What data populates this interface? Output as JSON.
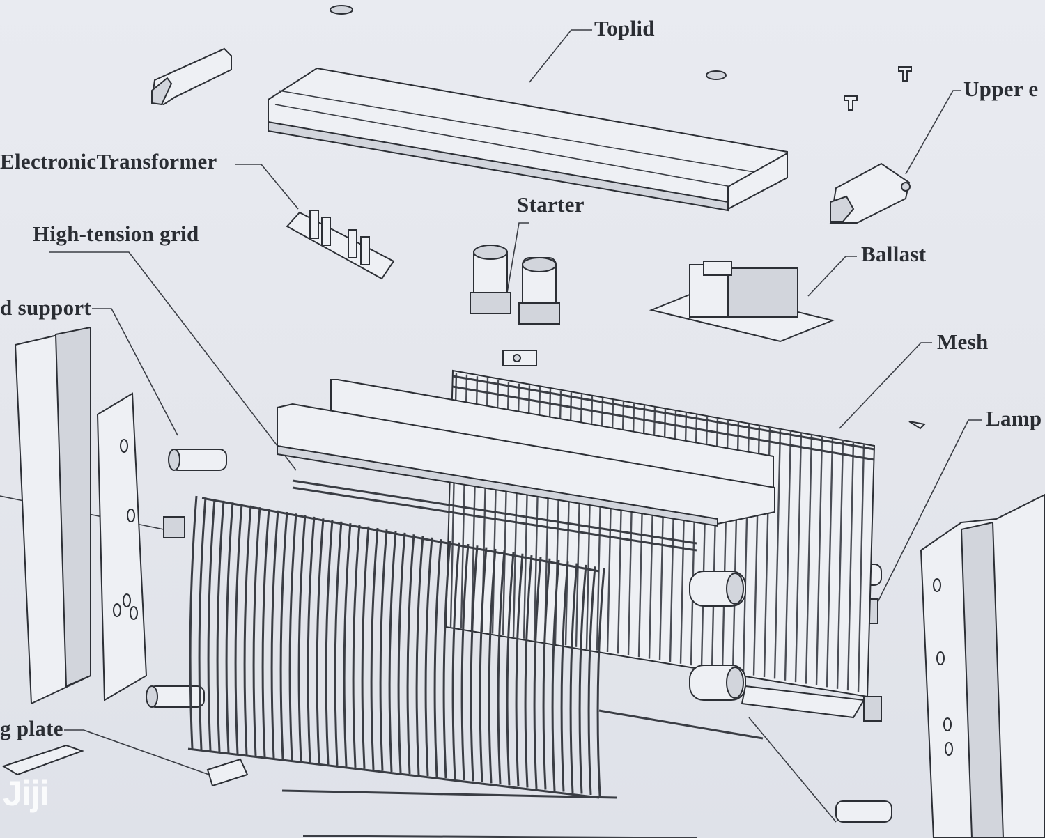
{
  "labels": {
    "toplid": "Toplid",
    "upper_end": "Upper e",
    "electronic_transformer": "ElectronicTransformer",
    "starter": "Starter",
    "high_tension_grid": "High-tension grid",
    "ballast": "Ballast",
    "grid_support": "d support",
    "mesh": "Mesh",
    "lamp": "Lamp",
    "plate": "g plate"
  },
  "watermark": "Jiji"
}
